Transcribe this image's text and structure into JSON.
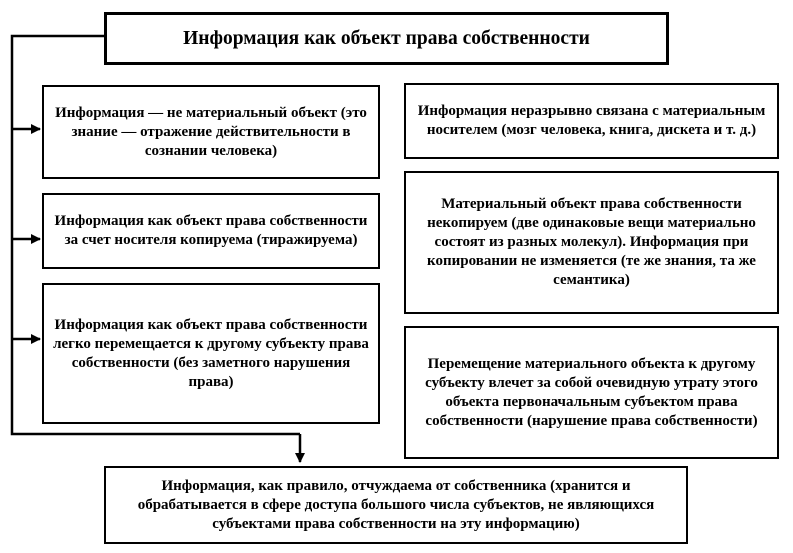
{
  "title": "Информация как объект права собственности",
  "left_boxes": [
    "Информация — не материальный объект (это знание — отражение действительности в сознании человека)",
    "Информация как объект права собственности за счет носителя копируема (тиражируема)",
    "Информация как объект права собственности легко перемещается к другому субъекту права собственности (без заметного нарушения права)"
  ],
  "right_boxes": [
    "Информация неразрывно связана с материальным носителем (мозг человека, книга, дискета и т. д.)",
    "Материальный объект права собственности некопируем (две одинаковые вещи материально состоят из разных молекул). Информация при копировании не изменяется (те же знания, та же семантика)",
    "Перемещение материального объекта к другому субъекту влечет за собой очевидную утрату этого объекта первоначальным субъектом права собственности (нарушение права собственности)"
  ],
  "bottom_box": "Информация, как правило, отчуждаема от собственника (хранится и обрабатывается в сфере доступа большого числа субъектов, не являющихся субъектами права собственности на эту информацию)"
}
